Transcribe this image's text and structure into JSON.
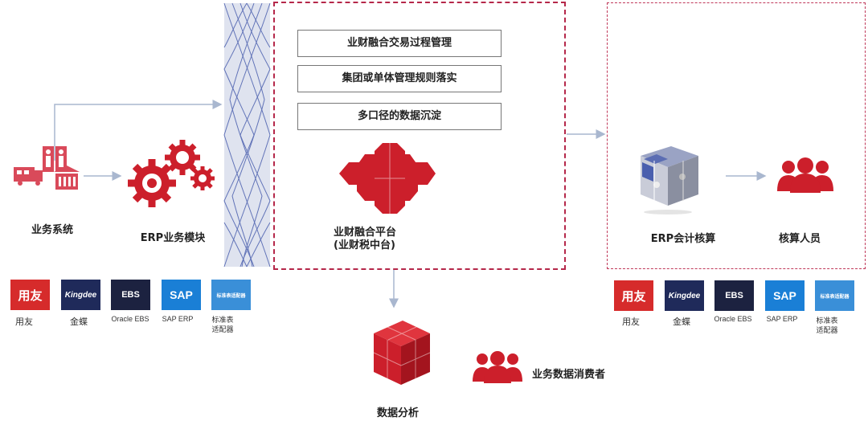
{
  "process_steps": [
    "业财融合交易过程管理",
    "集团或单体管理规则落实",
    "多口径的数据沉淀"
  ],
  "nodes": {
    "business_system": "业务系统",
    "erp_module": "ERP业务模块",
    "platform_line1": "业财融合平台",
    "platform_line2": "(业财税中台)",
    "erp_accounting": "ERP会计核算",
    "accountants": "核算人员",
    "data_analysis": "数据分析",
    "data_consumers": "业务数据消费者"
  },
  "left_vendors": [
    {
      "name": "yonyou",
      "logo_text": "用友",
      "caption_lines": [
        "用友"
      ]
    },
    {
      "name": "kingdee",
      "logo_text": "Kingdee",
      "caption_lines": [
        "金蝶"
      ]
    },
    {
      "name": "oracle-ebs",
      "logo_text": "EBS",
      "caption_lines": [
        "Oracle EBS"
      ]
    },
    {
      "name": "sap",
      "logo_text": "SAP",
      "caption_lines": [
        "SAP ERP"
      ]
    },
    {
      "name": "adapter",
      "logo_text": "标准表适配器",
      "caption_lines": [
        "标准表",
        "适配器"
      ]
    }
  ],
  "right_vendors": [
    {
      "name": "yonyou",
      "logo_text": "用友",
      "caption_lines": [
        "用友"
      ]
    },
    {
      "name": "kingdee",
      "logo_text": "Kingdee",
      "caption_lines": [
        "金蝶"
      ]
    },
    {
      "name": "oracle-ebs",
      "logo_text": "EBS",
      "caption_lines": [
        "Oracle EBS"
      ]
    },
    {
      "name": "sap",
      "logo_text": "SAP",
      "caption_lines": [
        "SAP ERP"
      ]
    },
    {
      "name": "adapter",
      "logo_text": "标准表适配器",
      "caption_lines": [
        "标准表",
        "适配器"
      ]
    }
  ],
  "colors": {
    "accent_red": "#cc1f2b",
    "dashed_border": "#b5284a",
    "arrow": "#a9b7cf",
    "sap_blue": "#1a7fd6",
    "kingdee_navy": "#1f2a5a",
    "ebs_navy": "#1c2240"
  }
}
